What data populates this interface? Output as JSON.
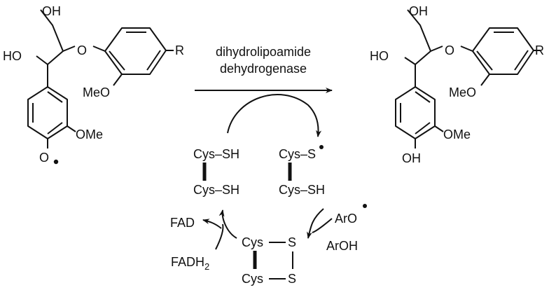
{
  "reagent": {
    "line1": "dihydrolipoamide",
    "line2": "dehydrogenase"
  },
  "substrate": {
    "oh_top": "OH",
    "ho_left": "HO",
    "ether_o": "O",
    "r_group": "R",
    "meo": "MeO",
    "ome": "OMe",
    "phenoxy_o": "O"
  },
  "product": {
    "oh_top": "OH",
    "ho_left": "HO",
    "ether_o": "O",
    "r_group": "R",
    "meo": "MeO",
    "ome": "OMe",
    "phenol_oh": "OH"
  },
  "cycle": {
    "reduced_top": "Cys–SH",
    "reduced_bottom": "Cys–SH",
    "radical_top": "Cys–S",
    "radical_bottom": "Cys–SH",
    "disulfide_top_cys": "Cys",
    "disulfide_top_s": "S",
    "disulfide_bottom_cys": "Cys",
    "disulfide_bottom_s": "S",
    "aro_radical": "ArO",
    "aroh": "ArOH",
    "fad": "FAD",
    "fadh2_main": "FADH",
    "fadh2_sub": "2"
  }
}
